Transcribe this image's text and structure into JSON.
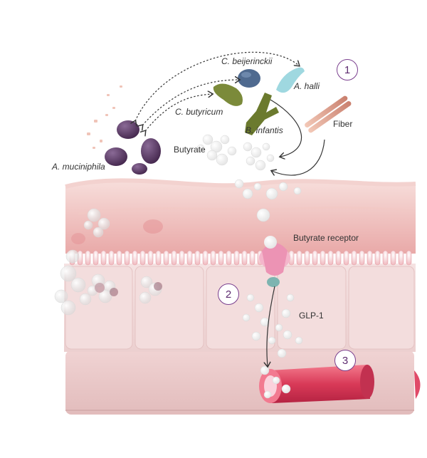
{
  "labels": {
    "c_beijerinckii": "C. beijerinckii",
    "a_halli": "A. halli",
    "c_butyricum": "C. butyricum",
    "b_infantis": "B. infantis",
    "fiber": "Fiber",
    "butyrate": "Butyrate",
    "a_muciniphila": "A. muciniphila",
    "butyrate_receptor": "Butyrate receptor",
    "glp1": "GLP-1"
  },
  "steps": [
    "1",
    "2",
    "3"
  ],
  "colors": {
    "step_ring": "#7a3f8e",
    "mucus": "#f2c9c6",
    "epithelium": "#f1d6d6",
    "base": "#e9c6c6",
    "vessel": "#e04a68",
    "receptor": "#f2a3c0",
    "a_muciniphila": "#5a3a66",
    "c_beijerinckii": "#4f6a8f",
    "a_halli": "#9fd8e0",
    "c_butyricum": "#7b8a3a",
    "b_infantis": "#6b7a2e",
    "fiber": "#d99a8a"
  }
}
